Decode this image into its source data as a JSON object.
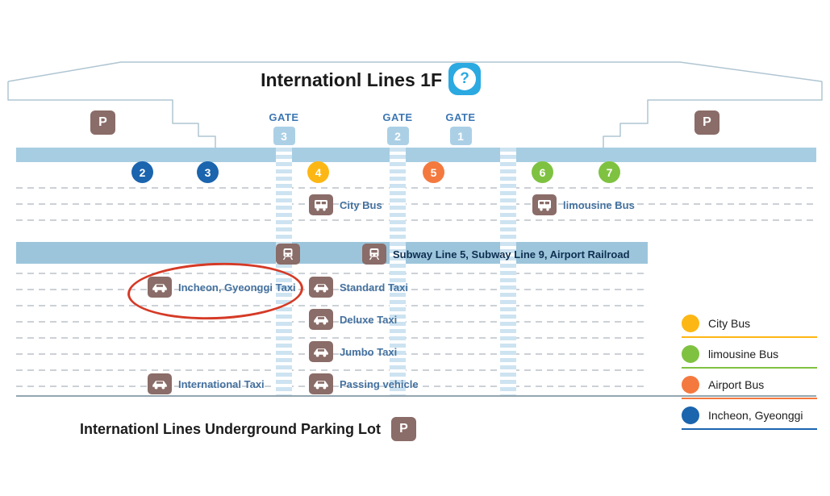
{
  "title": {
    "text": "Internationl Lines 1F",
    "help_symbol": "?"
  },
  "parking": {
    "symbol": "P"
  },
  "gates": [
    {
      "label": "GATE",
      "number": "3"
    },
    {
      "label": "GATE",
      "number": "2"
    },
    {
      "label": "GATE",
      "number": "1"
    }
  ],
  "stops": [
    {
      "number": "2",
      "color": "#1b64ae"
    },
    {
      "number": "3",
      "color": "#1b64ae"
    },
    {
      "number": "4",
      "color": "#fdb714"
    },
    {
      "number": "5",
      "color": "#f4793e"
    },
    {
      "number": "6",
      "color": "#7fc241"
    },
    {
      "number": "7",
      "color": "#7fc241"
    }
  ],
  "bus_stops": [
    {
      "label": "City Bus"
    },
    {
      "label": "limousine Bus"
    }
  ],
  "subway": {
    "label": "Subway Line 5, Subway Line 9, Airport Railroad"
  },
  "taxis": [
    {
      "label": "Incheon, Gyeonggi Taxi"
    },
    {
      "label": "Standard Taxi"
    },
    {
      "label": "Deluxe Taxi"
    },
    {
      "label": "Jumbo Taxi"
    },
    {
      "label": "International Taxi"
    },
    {
      "label": "Passing vehicle"
    }
  ],
  "annotation": {
    "shape": "ellipse",
    "highlights": "Incheon, Gyeonggi Taxi",
    "color": "#d53a26"
  },
  "footer": {
    "text": "Internationl Lines Underground Parking Lot",
    "parking_symbol": "P"
  },
  "legend": [
    {
      "label": "City Bus",
      "color": "#fdb714"
    },
    {
      "label": "limousine Bus",
      "color": "#7fc241"
    },
    {
      "label": "Airport Bus",
      "color": "#f4793e"
    },
    {
      "label": "Incheon, Gyeonggi",
      "color": "#1b64ae"
    }
  ],
  "icons": {
    "help_icon": "question-mark-circle",
    "parking_icon": "letter-P-badge",
    "bus_icon": "bus-front",
    "taxi_icon": "car-front",
    "train_icon": "train-front"
  }
}
